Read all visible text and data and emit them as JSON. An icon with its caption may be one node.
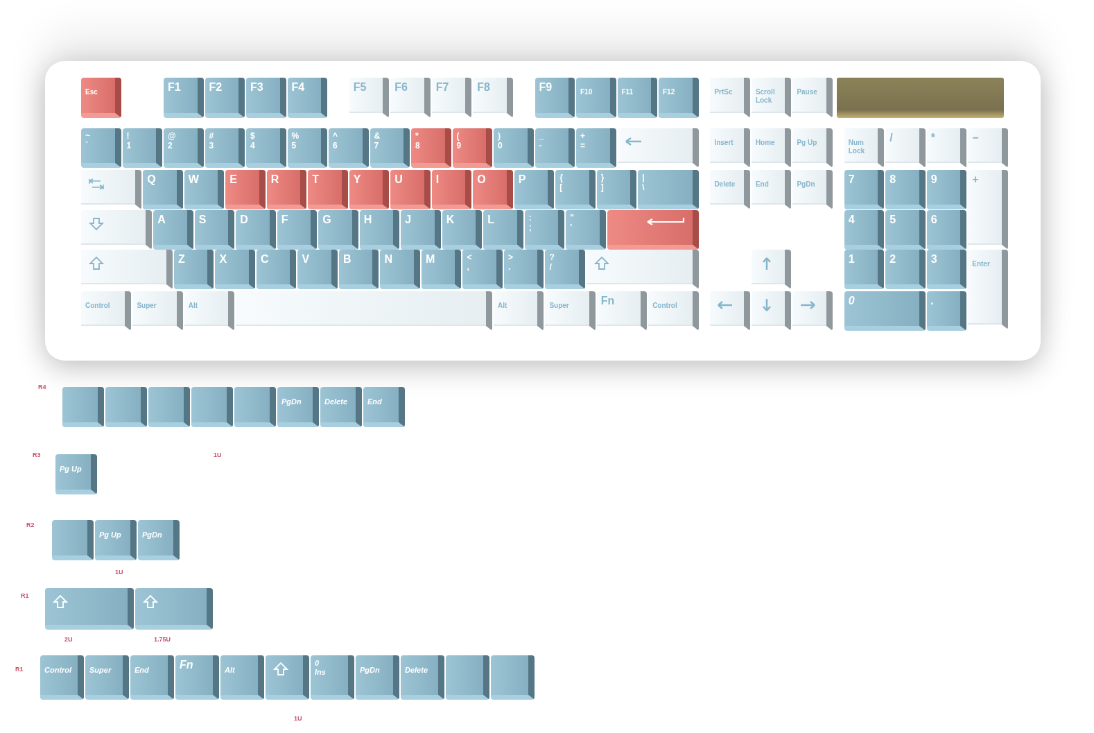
{
  "diagram": {
    "nodes": [
      {
        "text": [
          "Esc"
        ]
      },
      {
        "text": [
          "F1"
        ]
      },
      {
        "text": [
          "F2"
        ]
      },
      {
        "text": [
          "F3"
        ]
      },
      {
        "text": [
          "F4"
        ]
      },
      {
        "text": [
          "F5"
        ]
      },
      {
        "text": [
          "F6"
        ]
      },
      {
        "text": [
          "F7"
        ]
      },
      {
        "text": [
          "F8"
        ]
      },
      {
        "text": [
          "F9"
        ]
      },
      {
        "text": [
          "F10"
        ]
      },
      {
        "text": [
          "F11"
        ]
      },
      {
        "text": [
          "F12"
        ]
      },
      {
        "text": [
          "PrtSc"
        ]
      },
      {
        "text": [
          "Scroll Lock"
        ]
      },
      {
        "text": [
          "Pause"
        ]
      },
      {
        "text": [],
        "shape": "bar"
      },
      {
        "text": [
          "~",
          "`"
        ]
      },
      {
        "text": [
          "!",
          "1"
        ]
      },
      {
        "text": [
          "@",
          "2"
        ]
      },
      {
        "text": [
          "#",
          "3"
        ]
      },
      {
        "text": [
          "$",
          "4"
        ]
      },
      {
        "text": [
          "%",
          "5"
        ]
      },
      {
        "text": [
          "^",
          "6"
        ]
      },
      {
        "text": [
          "&",
          "7"
        ]
      },
      {
        "text": [
          "*",
          "8"
        ]
      },
      {
        "text": [
          "(",
          "9"
        ]
      },
      {
        "text": [
          ")",
          "0"
        ]
      },
      {
        "text": [
          "_",
          "-"
        ]
      },
      {
        "text": [
          "+",
          "="
        ]
      },
      {
        "text": [],
        "shape": "box"
      },
      {
        "text": [
          "Insert"
        ]
      },
      {
        "text": [
          "Home"
        ]
      },
      {
        "text": [
          "Pg Up"
        ]
      },
      {
        "text": [
          "Num Lock"
        ]
      },
      {
        "text": [
          "/"
        ]
      },
      {
        "text": [
          "*"
        ]
      },
      {
        "text": [
          "−"
        ]
      },
      {
        "text": [],
        "shape": "box"
      },
      {
        "text": [
          "Q"
        ]
      },
      {
        "text": [
          "W"
        ]
      },
      {
        "text": [
          "E"
        ]
      },
      {
        "text": [
          "R"
        ]
      },
      {
        "text": [
          "T"
        ]
      },
      {
        "text": [
          "Y"
        ]
      },
      {
        "text": [
          "U"
        ]
      },
      {
        "text": [
          "I"
        ]
      },
      {
        "text": [
          "O"
        ]
      },
      {
        "text": [
          "P"
        ]
      },
      {
        "text": [
          "{",
          "["
        ]
      },
      {
        "text": [
          "}",
          "]"
        ]
      },
      {
        "text": [
          "|",
          "\\"
        ]
      },
      {
        "text": [
          "Delete"
        ]
      },
      {
        "text": [
          "End"
        ]
      },
      {
        "text": [
          "PgDn"
        ]
      },
      {
        "text": [
          "7"
        ]
      },
      {
        "text": [
          "8"
        ]
      },
      {
        "text": [
          "9"
        ]
      },
      {
        "text": [
          "+"
        ]
      },
      {
        "text": [],
        "shape": "box"
      },
      {
        "text": [
          "A"
        ]
      },
      {
        "text": [
          "S"
        ]
      },
      {
        "text": [
          "D"
        ]
      },
      {
        "text": [
          "F"
        ]
      },
      {
        "text": [
          "G"
        ]
      },
      {
        "text": [
          "H"
        ]
      },
      {
        "text": [
          "J"
        ]
      },
      {
        "text": [
          "K"
        ]
      },
      {
        "text": [
          "L"
        ]
      },
      {
        "text": [
          ":",
          ";"
        ]
      },
      {
        "text": [
          "\"",
          "'"
        ]
      },
      {
        "text": [],
        "shape": "box"
      },
      {
        "text": [
          "4"
        ]
      },
      {
        "text": [
          "5"
        ]
      },
      {
        "text": [
          "6"
        ]
      },
      {
        "text": [],
        "shape": "box"
      },
      {
        "text": [
          "Z"
        ]
      },
      {
        "text": [
          "X"
        ]
      },
      {
        "text": [
          "C"
        ]
      },
      {
        "text": [
          "V"
        ]
      },
      {
        "text": [
          "B"
        ]
      },
      {
        "text": [
          "N"
        ]
      },
      {
        "text": [
          "M"
        ]
      },
      {
        "text": [
          "<",
          ","
        ]
      },
      {
        "text": [
          ">",
          "."
        ]
      },
      {
        "text": [
          "?",
          "/"
        ]
      },
      {
        "text": [],
        "shape": "box"
      },
      {
        "text": [],
        "shape": "box"
      },
      {
        "text": [
          "1"
        ]
      },
      {
        "text": [
          "2"
        ]
      },
      {
        "text": [
          "3"
        ]
      },
      {
        "text": [
          "Enter"
        ]
      },
      {
        "text": [
          "Control"
        ]
      },
      {
        "text": [
          "Super"
        ]
      },
      {
        "text": [
          "Alt"
        ]
      },
      {
        "text": [],
        "shape": "box"
      },
      {
        "text": [
          "Alt"
        ]
      },
      {
        "text": [
          "Super"
        ]
      },
      {
        "text": [
          "Fn"
        ]
      },
      {
        "text": [
          "Control"
        ]
      },
      {
        "text": [],
        "shape": "box"
      },
      {
        "text": [],
        "shape": "box"
      },
      {
        "text": [],
        "shape": "box"
      },
      {
        "text": [
          "0"
        ]
      },
      {
        "text": [
          "."
        ]
      },
      {
        "text": [],
        "shape": "box"
      },
      {
        "text": [],
        "shape": "box"
      },
      {
        "text": [],
        "shape": "box"
      },
      {
        "text": [],
        "shape": "box"
      },
      {
        "text": [],
        "shape": "box"
      },
      {
        "text": [
          "PgDn"
        ]
      },
      {
        "text": [
          "Delete"
        ]
      },
      {
        "text": [
          "End"
        ]
      },
      {
        "text": [
          "Pg Up"
        ]
      },
      {
        "text": [],
        "shape": "box"
      },
      {
        "text": [
          "Pg Up"
        ]
      },
      {
        "text": [
          "PgDn"
        ]
      },
      {
        "text": [],
        "shape": "box"
      },
      {
        "text": [],
        "shape": "box"
      },
      {
        "text": [
          "Control"
        ]
      },
      {
        "text": [
          "Super"
        ]
      },
      {
        "text": [
          "End"
        ]
      },
      {
        "text": [
          "Fn"
        ]
      },
      {
        "text": [
          "Alt"
        ]
      },
      {
        "text": [],
        "shape": "box"
      },
      {
        "text": [
          "0",
          "Ins"
        ]
      },
      {
        "text": [
          "PgDn"
        ]
      },
      {
        "text": [
          "Delete"
        ]
      },
      {
        "text": [],
        "shape": "box"
      },
      {
        "text": [],
        "shape": "box"
      }
    ],
    "labels": [
      "R4",
      "R3",
      "1U",
      "R2",
      "1U",
      "R1",
      "2U",
      "1.75U",
      "R1",
      "1U"
    ]
  }
}
